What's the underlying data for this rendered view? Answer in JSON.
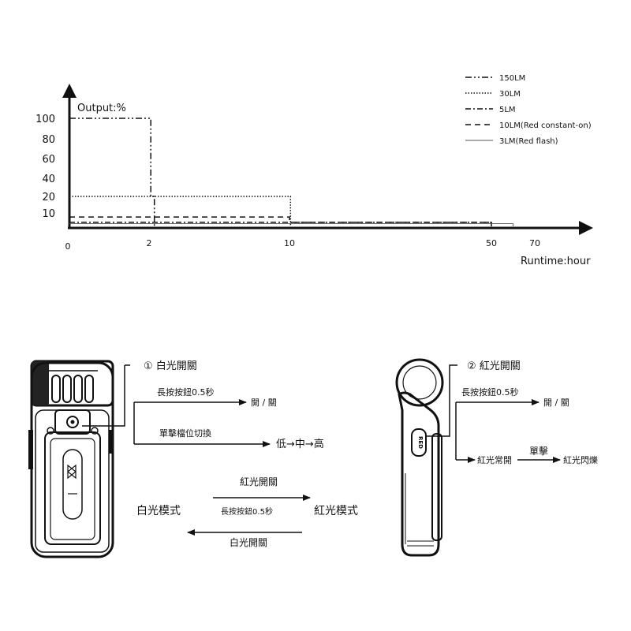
{
  "chart_data": {
    "type": "line",
    "ylabel": "Output:%",
    "xlabel": "Runtime:hour",
    "y_ticks": [
      "100",
      "80",
      "60",
      "40",
      "20",
      "10"
    ],
    "x_ticks": [
      "0",
      "2",
      "10",
      "50",
      "70"
    ],
    "ylim": [
      0,
      115
    ],
    "grid": false,
    "legend_position": "top-right",
    "series": [
      {
        "name": "150LM",
        "dash": "dash-dot-dot",
        "points": [
          [
            0,
            100
          ],
          [
            2.1,
            100
          ],
          [
            2.1,
            20
          ],
          [
            2.3,
            20
          ],
          [
            2.3,
            0
          ]
        ]
      },
      {
        "name": "30LM",
        "dash": "dotted",
        "points": [
          [
            0,
            20
          ],
          [
            10.2,
            20
          ],
          [
            10.2,
            0
          ]
        ]
      },
      {
        "name": "5LM",
        "dash": "dash-dot",
        "points": [
          [
            0,
            3
          ],
          [
            10,
            3
          ],
          [
            50,
            3
          ],
          [
            50,
            0
          ]
        ]
      },
      {
        "name": "10LM(Red constant-on)",
        "dash": "dashed",
        "points": [
          [
            0,
            7
          ],
          [
            10,
            7
          ],
          [
            10,
            3
          ],
          [
            50,
            3
          ],
          [
            50,
            0
          ]
        ]
      },
      {
        "name": "3LM(Red flash)",
        "dash": "solid",
        "points": [
          [
            0,
            2
          ],
          [
            50,
            2
          ],
          [
            50,
            2
          ],
          [
            60,
            2
          ],
          [
            60,
            0
          ]
        ]
      }
    ]
  },
  "diagram_white": {
    "title": "① 白光開關",
    "press_label": "長按按鈕0.5秒",
    "press_result": "開 / 關",
    "click_label": "單擊檔位切換",
    "click_result": "低→中→高",
    "mode_top_label": "紅光開關",
    "mode_mid_label": "長按按鈕0.5秒",
    "mode_bottom_label": "白光開關",
    "mode_left": "白光模式",
    "mode_right": "紅光模式"
  },
  "diagram_red": {
    "title": "② 紅光開關",
    "press_label": "長按按鈕0.5秒",
    "press_result": "開 / 關",
    "state_a": "紅光常開",
    "click_label": "單擊",
    "state_b": "紅光閃爍",
    "button_label": "RED"
  }
}
